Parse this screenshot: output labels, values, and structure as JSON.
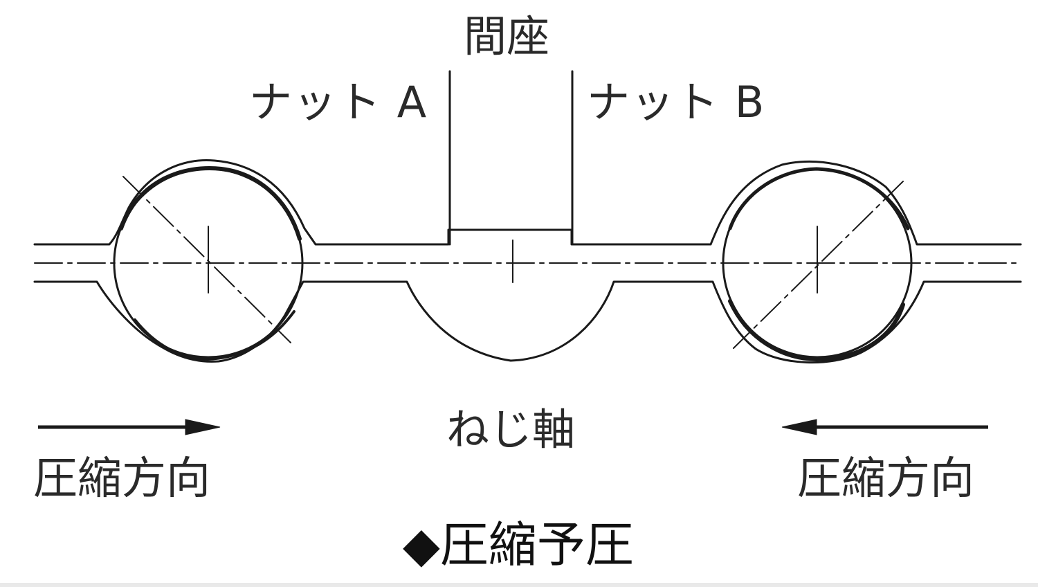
{
  "labels": {
    "spacer": "間座",
    "nut_a": "ナット A",
    "nut_b": "ナット B",
    "screw_shaft": "ねじ軸",
    "compression_direction_left": "圧縮方向",
    "compression_direction_right": "圧縮方向",
    "caption": "◆圧縮予圧"
  },
  "arrows": {
    "left": "pointing-right",
    "right": "pointing-left"
  },
  "colors": {
    "line": "#1a1a1a",
    "background": "#ffffff"
  }
}
